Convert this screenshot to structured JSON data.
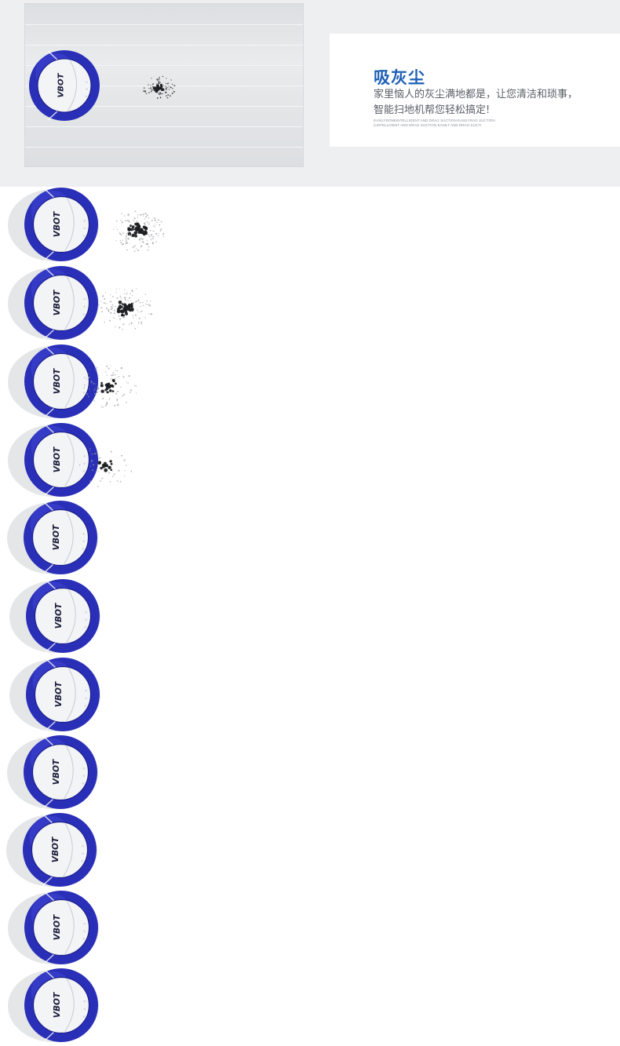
{
  "feature": {
    "title": "吸灰尘",
    "description_line1": "家里恼人的灰尘满地都是，让您清洁和琐事，",
    "description_line2": "智能扫地机帮您轻松搞定!",
    "english_line1": "EASILYDONEINTELLIGENT AND DRAG SUCTION EASILYRAG SUCTION",
    "english_line2": "(UNTELLIGENT AND DRAG SUCTION EASILT AND DRAG SUCTI"
  },
  "product": {
    "brand_logo": "VBOT",
    "accent_color": "#2a2fb8",
    "icon": "robot-vacuum-icon"
  },
  "animation_frames": [
    {
      "dust_level": 1.0
    },
    {
      "dust_level": 0.85
    },
    {
      "dust_level": 0.6
    },
    {
      "dust_level": 0.3
    },
    {
      "dust_level": 0.0
    },
    {
      "dust_level": 0.0
    },
    {
      "dust_level": 0.0
    },
    {
      "dust_level": 0.0
    },
    {
      "dust_level": 0.0
    },
    {
      "dust_level": 0.0
    },
    {
      "dust_level": 0.0
    }
  ]
}
